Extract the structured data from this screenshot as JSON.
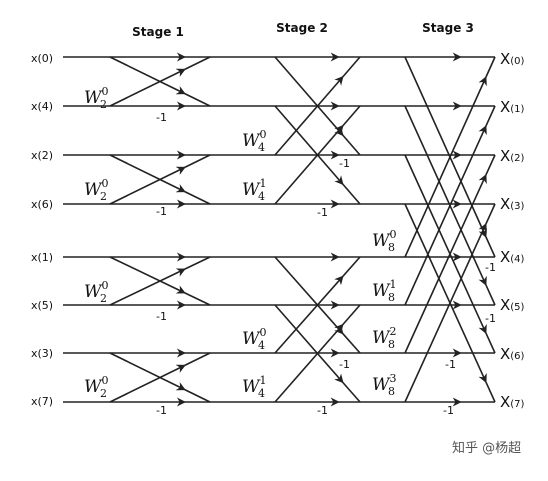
{
  "stages": [
    "Stage 1",
    "Stage 2",
    "Stage 3"
  ],
  "inputs": [
    "x(0)",
    "x(4)",
    "x(2)",
    "x(6)",
    "x(1)",
    "x(5)",
    "x(3)",
    "x(7)"
  ],
  "outputs": [
    {
      "letter": "X",
      "index": "(0)"
    },
    {
      "letter": "X",
      "index": "(1)"
    },
    {
      "letter": "X",
      "index": "(2)"
    },
    {
      "letter": "X",
      "index": "(3)"
    },
    {
      "letter": "X",
      "index": "(4)"
    },
    {
      "letter": "X",
      "index": "(5)"
    },
    {
      "letter": "X",
      "index": "(6)"
    },
    {
      "letter": "X",
      "index": "(7)"
    }
  ],
  "twiddles": {
    "stage1": [
      {
        "base": "W",
        "sub": "2",
        "sup": "0"
      },
      {
        "base": "W",
        "sub": "2",
        "sup": "0"
      },
      {
        "base": "W",
        "sub": "2",
        "sup": "0"
      },
      {
        "base": "W",
        "sub": "2",
        "sup": "0"
      }
    ],
    "stage2": [
      {
        "base": "W",
        "sub": "4",
        "sup": "0"
      },
      {
        "base": "W",
        "sub": "4",
        "sup": "1"
      },
      {
        "base": "W",
        "sub": "4",
        "sup": "0"
      },
      {
        "base": "W",
        "sub": "4",
        "sup": "1"
      }
    ],
    "stage3": [
      {
        "base": "W",
        "sub": "8",
        "sup": "0"
      },
      {
        "base": "W",
        "sub": "8",
        "sup": "1"
      },
      {
        "base": "W",
        "sub": "8",
        "sup": "2"
      },
      {
        "base": "W",
        "sub": "8",
        "sup": "3"
      }
    ]
  },
  "minus_one": "-1",
  "watermark": "知乎 @杨超"
}
